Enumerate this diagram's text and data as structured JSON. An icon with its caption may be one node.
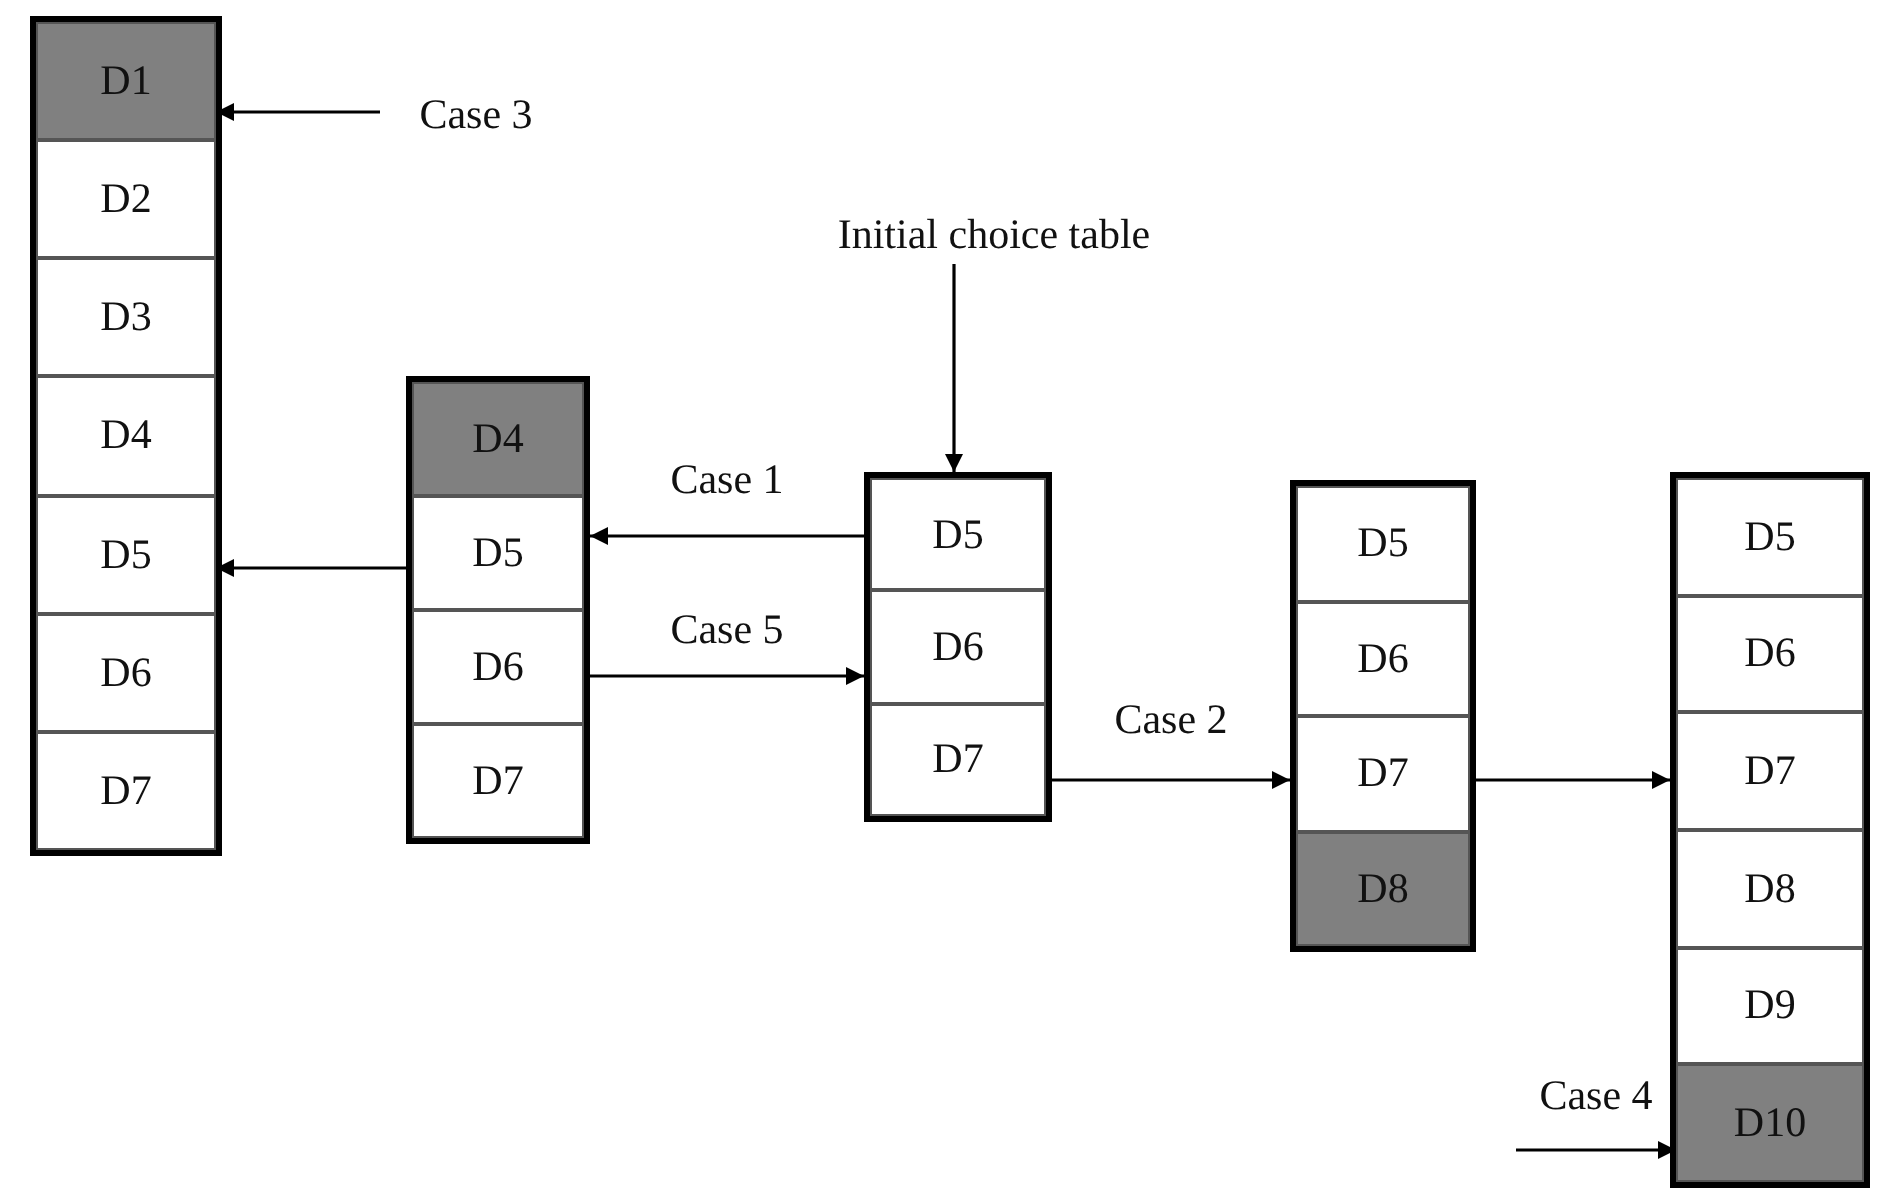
{
  "diagram": {
    "nodes": [
      {
        "text": [],
        "shape": "box"
      },
      {
        "text": [
          "D1"
        ],
        "in": 0
      },
      {
        "text": [
          "D2"
        ],
        "in": 0
      },
      {
        "text": [
          "D3"
        ],
        "in": 0
      },
      {
        "text": [
          "D4"
        ],
        "in": 0
      },
      {
        "text": [
          "D5"
        ],
        "in": 0
      },
      {
        "text": [
          "D6"
        ],
        "in": 0
      },
      {
        "text": [
          "D7"
        ],
        "in": 0
      },
      {
        "text": [
          "Case 3"
        ]
      },
      {
        "text": [],
        "shape": "box"
      },
      {
        "text": [
          "D4"
        ],
        "in": 9
      },
      {
        "text": [
          "D5"
        ],
        "in": 9
      },
      {
        "text": [
          "D6"
        ],
        "in": 9
      },
      {
        "text": [
          "D7"
        ],
        "in": 9
      },
      {
        "text": [
          "Initial choice table"
        ]
      },
      {
        "text": [],
        "shape": "box"
      },
      {
        "text": [
          "D5"
        ],
        "in": 15
      },
      {
        "text": [
          "D6"
        ],
        "in": 15
      },
      {
        "text": [
          "D7"
        ],
        "in": 15
      },
      {
        "text": [],
        "shape": "box"
      },
      {
        "text": [
          "D5"
        ],
        "in": 19
      },
      {
        "text": [
          "D6"
        ],
        "in": 19
      },
      {
        "text": [
          "D7"
        ],
        "in": 19
      },
      {
        "text": [
          "D8"
        ],
        "in": 19
      },
      {
        "text": [],
        "shape": "box"
      },
      {
        "text": [
          "D5"
        ],
        "in": 24
      },
      {
        "text": [
          "D6"
        ],
        "in": 24
      },
      {
        "text": [
          "D7"
        ],
        "in": 24
      },
      {
        "text": [
          "D8"
        ],
        "in": 24
      },
      {
        "text": [
          "D9"
        ],
        "in": 24
      },
      {
        "text": [
          "D10"
        ],
        "in": 24
      }
    ],
    "edges": [
      {
        "from": 8,
        "to": 1,
        "arrow": "to"
      },
      {
        "from": 9,
        "to": 5,
        "arrow": "to"
      },
      {
        "from": 15,
        "to": 9,
        "arrow": "to",
        "label": "Case 1"
      },
      {
        "from": 9,
        "to": 15,
        "arrow": "to",
        "label": "Case 5"
      },
      {
        "from": 14,
        "to": 15,
        "arrow": "to"
      },
      {
        "from": 15,
        "to": 19,
        "arrow": "to",
        "label": "Case 2"
      },
      {
        "from": 19,
        "to": 24,
        "arrow": "to"
      },
      {
        "from": null,
        "to": 30,
        "arrow": "to",
        "label": "Case 4"
      }
    ]
  }
}
